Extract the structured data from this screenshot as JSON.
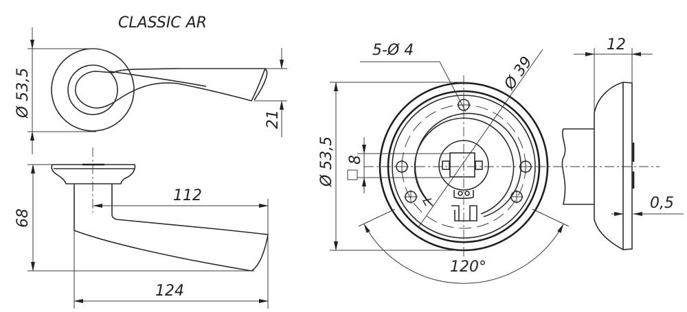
{
  "title": "CLASSIC AR",
  "top_view": {
    "rose_diameter": "Ø 53,5",
    "handle_thickness": "21"
  },
  "side_view": {
    "height": "68",
    "reach_inner": "112",
    "length": "124"
  },
  "rosette_view": {
    "holes": "5-Ø 4",
    "bolt_circle": "Ø 39",
    "rose_diameter": "Ø 53,5",
    "square_spindle": "8",
    "square_symbol": "□",
    "angle": "120°"
  },
  "profile_view": {
    "depth": "12",
    "gap": "0,5"
  },
  "colors": {
    "line": "#222222",
    "background": "#ffffff"
  }
}
